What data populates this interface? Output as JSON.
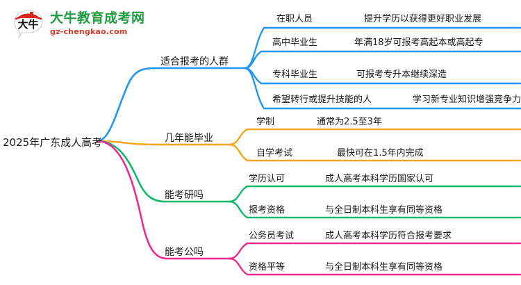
{
  "logo": {
    "mark_text": "大牛",
    "title": "大牛教育成考网",
    "subtitle": "gz-chengkao.com",
    "title_color": "#1f9b3f",
    "subtitle_color": "#d33a2c",
    "mark_color": "#d9251d"
  },
  "mindmap": {
    "root": "2025年广东成人高考",
    "branches": [
      {
        "label": "适合报考的人群",
        "color": "#2196f3",
        "items": [
          {
            "key": "在职人员",
            "value": "提升学历以获得更好职业发展"
          },
          {
            "key": "高中毕业生",
            "value": "年满18岁可报考高起本或高起专"
          },
          {
            "key": "专科毕业生",
            "value": "可报考专升本继续深造"
          },
          {
            "key": "希望转行或提升技能的人",
            "value": "学习新专业知识增强竞争力"
          }
        ]
      },
      {
        "label": "几年能毕业",
        "color": "#f2a61d",
        "items": [
          {
            "key": "学制",
            "value": "通常为2.5至3年"
          },
          {
            "key": "自学考试",
            "value": "最快可在1.5年内完成"
          }
        ]
      },
      {
        "label": "能考研吗",
        "color": "#12b76a",
        "items": [
          {
            "key": "学历认可",
            "value": "成人高考本科学历国家认可"
          },
          {
            "key": "报考资格",
            "value": "与全日制本科生享有同等资格"
          }
        ]
      },
      {
        "label": "能考公吗",
        "color": "#ee2b8b",
        "items": [
          {
            "key": "公务员考试",
            "value": "成人高考本科学历符合报考要求"
          },
          {
            "key": "资格平等",
            "value": "与全日制本科生享有同等资格"
          }
        ]
      }
    ]
  }
}
